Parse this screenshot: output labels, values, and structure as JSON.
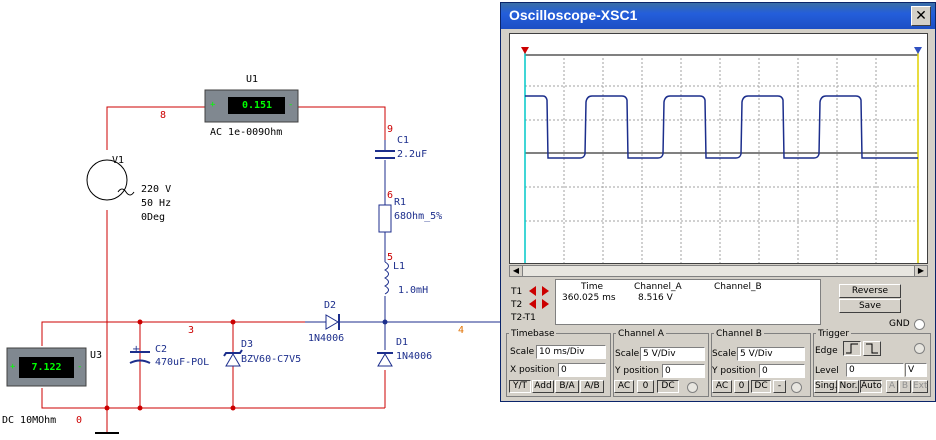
{
  "schematic": {
    "u1": {
      "label": "U1",
      "value": "0.151",
      "desc": "AC  1e-009Ohm",
      "plus": "+",
      "minus": "-"
    },
    "u3": {
      "label": "U3",
      "value": "7.122",
      "desc": "DC  10MOhm",
      "plus": "+",
      "minus": "-"
    },
    "v1": {
      "label": "V1",
      "line1": "220 V",
      "line2": "50 Hz",
      "line3": "0Deg"
    },
    "c1": {
      "label": "C1",
      "value": "2.2uF"
    },
    "r1": {
      "label": "R1",
      "value": "68Ohm_5%"
    },
    "l1": {
      "label": "L1",
      "value": "1.0mH"
    },
    "d1": {
      "label": "D1",
      "value": "1N4006"
    },
    "d2": {
      "label": "D2",
      "value": "1N4006"
    },
    "d3": {
      "label": "D3",
      "value": "BZV60-C7V5"
    },
    "c2": {
      "label": "C2",
      "value": "470uF-POL"
    },
    "nodes": {
      "n8": "8",
      "n9": "9",
      "n6": "6",
      "n5": "5",
      "n3": "3",
      "n4": "4",
      "n0": "0"
    }
  },
  "scope": {
    "title": "Oscilloscope-XSC1",
    "close": "✕",
    "t1": "T1",
    "t2": "T2",
    "t2t1": "T2-T1",
    "readout": {
      "time_h": "Time",
      "cha_h": "Channel_A",
      "chb_h": "Channel_B",
      "time": "360.025 ms",
      "cha": "8.516 V",
      "chb": ""
    },
    "reverse": "Reverse",
    "save": "Save",
    "gnd": "GND",
    "timebase": {
      "title": "Timebase",
      "scale_label": "Scale",
      "scale": "10 ms/Div",
      "xpos_label": "X position",
      "xpos": "0",
      "yt": "Y/T",
      "add": "Add",
      "ba": "B/A",
      "ab": "A/B"
    },
    "cha": {
      "title": "Channel A",
      "scale_label": "Scale",
      "scale": "5  V/Div",
      "ypos_label": "Y position",
      "ypos": "0",
      "ac": "AC",
      "zero": "0",
      "dc": "DC"
    },
    "chb": {
      "title": "Channel B",
      "scale_label": "Scale",
      "scale": "5  V/Div",
      "ypos_label": "Y position",
      "ypos": "0",
      "ac": "AC",
      "zero": "0",
      "dc": "DC",
      "minus": "-"
    },
    "trigger": {
      "title": "Trigger",
      "edge_label": "Edge",
      "level_label": "Level",
      "level": "0",
      "unit": "V",
      "sing": "Sing.",
      "nor": "Nor.",
      "auto": "Auto",
      "a": "A",
      "b": "B",
      "ext": "Ext"
    },
    "colors": {
      "trace": "#1c2e8c",
      "cursor1": "#00c8c8",
      "cursor2": "#e0d000"
    }
  }
}
